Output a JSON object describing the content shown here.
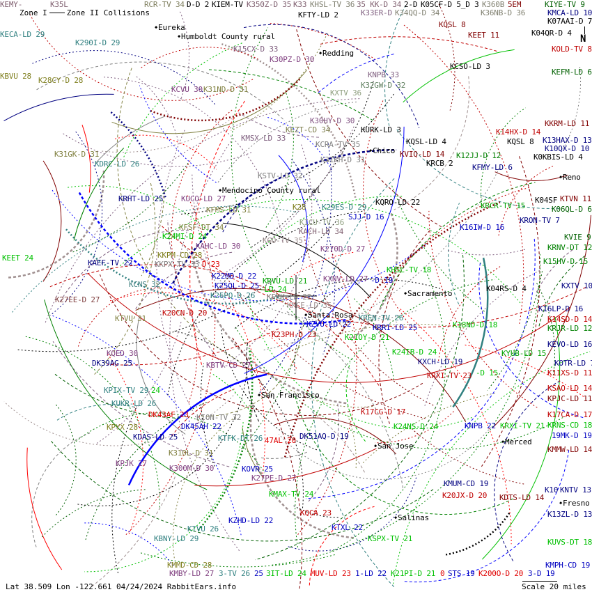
{
  "legend": {
    "zone1": "Zone I",
    "zone2": "Zone II Collisions"
  },
  "footer": {
    "status": "Lat 38.509 Lon -122.661 04/24/2024 RabbitEars.info",
    "scale": "Scale 20 miles"
  },
  "north": "N",
  "cities": [
    "Eureka",
    "Humboldt County rural",
    "Redding",
    "Chico",
    "Mendocino County rural",
    "Reno",
    "Sacramento",
    "Santa Rosa",
    "San Francisco",
    "San Jose",
    "Merced",
    "Salinas",
    "Fresno"
  ],
  "stations": [
    {
      "label": "KEMY-",
      "color": "#806070"
    },
    {
      "label": "K35L",
      "color": "#806070"
    },
    {
      "label": "RCR-TV 34",
      "color": "#808060"
    },
    {
      "label": "D-D 2",
      "color": "#000000"
    },
    {
      "label": "KIEM-TV",
      "color": "#000000"
    },
    {
      "label": "K350Z-D 35",
      "color": "#806070"
    },
    {
      "label": "K33",
      "color": "#806070"
    },
    {
      "label": "KHSL-TV 36",
      "color": "#808070"
    },
    {
      "label": "35 KK-D 34",
      "color": "#806070"
    },
    {
      "label": "2-D",
      "color": "#000000"
    },
    {
      "label": "K05CF-D 5_D 3",
      "color": "#000000"
    },
    {
      "label": "K360B",
      "color": "#808070"
    },
    {
      "label": "K36NB-D 36",
      "color": "#808070"
    },
    {
      "label": "5EM",
      "color": "#800000"
    },
    {
      "label": "KIYE-TV 9",
      "color": "#006000"
    },
    {
      "label": "KECA-LD 29",
      "color": "#308080"
    },
    {
      "label": "K290I-D 29",
      "color": "#308080"
    },
    {
      "label": "KBVU 28",
      "color": "#808020"
    },
    {
      "label": "K28CY-D 28",
      "color": "#808020"
    },
    {
      "label": "KCVU 30",
      "color": "#804080"
    },
    {
      "label": "K31ND-D 31",
      "color": "#808040"
    },
    {
      "label": "K15CX-D 33",
      "color": "#806080"
    },
    {
      "label": "K30PZ-D 30",
      "color": "#804080"
    },
    {
      "label": "KFTY-LD 2",
      "color": "#000000"
    },
    {
      "label": "K33ER-D",
      "color": "#806080"
    },
    {
      "label": "K34QQ-D 34",
      "color": "#808070"
    },
    {
      "label": "KQSL 8",
      "color": "#800000"
    },
    {
      "label": "KEET 11",
      "color": "#800000"
    },
    {
      "label": "K04QR-D 4",
      "color": "#000000"
    },
    {
      "label": "KMCA-LD 10",
      "color": "#000080"
    },
    {
      "label": "K07AAI-D 7",
      "color": "#000000"
    },
    {
      "label": "KOLD-TV 8",
      "color": "#c00000"
    },
    {
      "label": "KEFM-LD 6",
      "color": "#006000"
    },
    {
      "label": "KCSO-LD 3",
      "color": "#000000"
    },
    {
      "label": "KNPB 33",
      "color": "#806080"
    },
    {
      "label": "K32GW-D 32",
      "color": "#608060"
    },
    {
      "label": "KXTV 36",
      "color": "#90a080"
    },
    {
      "label": "K30HY-D 30",
      "color": "#805080"
    },
    {
      "label": "KURK-LD 3",
      "color": "#000000"
    },
    {
      "label": "KEZT-CD 34",
      "color": "#808050"
    },
    {
      "label": "KMSX-LD 33",
      "color": "#806080"
    },
    {
      "label": "KCRA-TV 35",
      "color": "#808080"
    },
    {
      "label": "KQSL-LD 4",
      "color": "#000000"
    },
    {
      "label": "KVIQ-LD 14",
      "color": "#800000"
    },
    {
      "label": "K12JJ-D 12",
      "color": "#008000"
    },
    {
      "label": "KRCB 2",
      "color": "#000000"
    },
    {
      "label": "KQSL 8",
      "color": "#000000"
    },
    {
      "label": "K14HX-D 14",
      "color": "#c00000"
    },
    {
      "label": "KKRM-LD 11",
      "color": "#800000"
    },
    {
      "label": "K13HAX-D 13",
      "color": "#000080"
    },
    {
      "label": "K10QX-D 10",
      "color": "#000080"
    },
    {
      "label": "K0KBIS-LD 4",
      "color": "#000000"
    },
    {
      "label": "KFMY-LD 6",
      "color": "#000080"
    },
    {
      "label": "K31KH-D 31",
      "color": "#808080"
    },
    {
      "label": "KSTV-LD 32",
      "color": "#808080"
    },
    {
      "label": "KDRC-LD 26",
      "color": "#308080"
    },
    {
      "label": "K31GK-D 31",
      "color": "#808040"
    },
    {
      "label": "KUCO-LD 27",
      "color": "#804080"
    },
    {
      "label": "KRHT-LD 25",
      "color": "#000080"
    },
    {
      "label": "KFMS-LD 31",
      "color": "#808040"
    },
    {
      "label": "KFSF-DT 34",
      "color": "#808040"
    },
    {
      "label": "K24MI-D 24",
      "color": "#00c000"
    },
    {
      "label": "KAHC-LD 30",
      "color": "#804080"
    },
    {
      "label": "KKPM-CD 28",
      "color": "#808020"
    },
    {
      "label": "KKPX-TV 33",
      "color": "#808080"
    },
    {
      "label": "D 23",
      "color": "#e00000"
    },
    {
      "label": "KAEF-TV 22",
      "color": "#000080"
    },
    {
      "label": "KEET 24",
      "color": "#00c000"
    },
    {
      "label": "KCNS 32",
      "color": "#408080"
    },
    {
      "label": "K27EE-D 27",
      "color": "#804040"
    },
    {
      "label": "K22MD-D 22",
      "color": "#0000c0"
    },
    {
      "label": "K25QL-D 25",
      "color": "#0000c0"
    },
    {
      "label": "K26PQ-D 26",
      "color": "#308080"
    },
    {
      "label": "KRVU-LD 21",
      "color": "#00a000"
    },
    {
      "label": "-LD 24",
      "color": "#00c000"
    },
    {
      "label": "KFKK-LD 22",
      "color": "#808080"
    },
    {
      "label": "KMCE-LD 35",
      "color": "#a09090"
    },
    {
      "label": "K28",
      "color": "#808020"
    },
    {
      "label": "K29ES-D 29",
      "color": "#308080"
    },
    {
      "label": "KICU-TV 36",
      "color": "#90a080"
    },
    {
      "label": "KACH-LD 34",
      "color": "#806070"
    },
    {
      "label": "SJJ-D 16",
      "color": "#0000c0"
    },
    {
      "label": "KGO-TV 35",
      "color": "#a09090"
    },
    {
      "label": "K270D-D 27",
      "color": "#804080"
    },
    {
      "label": "KXNV-LD 27",
      "color": "#804080"
    },
    {
      "label": "-D 19",
      "color": "#0000c0"
    },
    {
      "label": "KHSL-TV 18",
      "color": "#00c000"
    },
    {
      "label": "KQRO-LD 22",
      "color": "#000000"
    },
    {
      "label": "K16IW-D 16",
      "color": "#0000c0"
    },
    {
      "label": "KRCR-TV 15",
      "color": "#00a000"
    },
    {
      "label": "KRON-TV 7",
      "color": "#000080"
    },
    {
      "label": "K04SF",
      "color": "#000000"
    },
    {
      "label": "KTVN 11",
      "color": "#800000"
    },
    {
      "label": "K06QL-D 6",
      "color": "#006000"
    },
    {
      "label": "KVIE 9",
      "color": "#006000"
    },
    {
      "label": "KRNV-DT 12",
      "color": "#008000"
    },
    {
      "label": "K15HV-D 15",
      "color": "#008000"
    },
    {
      "label": "KXTV 10",
      "color": "#000080"
    },
    {
      "label": "K04RS-D 4",
      "color": "#000000"
    },
    {
      "label": "K16LP-D 16",
      "color": "#000080"
    },
    {
      "label": "K14SD-D 14",
      "color": "#c00000"
    },
    {
      "label": "KRJR-LD 12",
      "color": "#008000"
    },
    {
      "label": "KEVO-LD 16",
      "color": "#000080"
    },
    {
      "label": "KYUB-LD 15",
      "color": "#00a000"
    },
    {
      "label": "KOTR-LD 7",
      "color": "#000080"
    },
    {
      "label": "K11XS-D 11",
      "color": "#c00000"
    },
    {
      "label": "KSAO-LD 14",
      "color": "#c00000"
    },
    {
      "label": "KPJC-LD 11",
      "color": "#800000"
    },
    {
      "label": "K17CA-D 17",
      "color": "#c00000"
    },
    {
      "label": "KRNS-CD 18",
      "color": "#00c000"
    },
    {
      "label": "19MK-D 19",
      "color": "#0000c0"
    },
    {
      "label": "KMMW-LD 14",
      "color": "#800000"
    },
    {
      "label": "K10",
      "color": "#000080"
    },
    {
      "label": "KNTV 13",
      "color": "#000080"
    },
    {
      "label": "K13ZL-D 13",
      "color": "#000080"
    },
    {
      "label": "KUVS-DT 18",
      "color": "#00c000"
    },
    {
      "label": "KRXI-TV 21",
      "color": "#00c000"
    },
    {
      "label": "KDTS-LD 14",
      "color": "#800000"
    },
    {
      "label": "KREN-TV 26",
      "color": "#308080"
    },
    {
      "label": "KZVU-LD 22",
      "color": "#0000c0"
    },
    {
      "label": "KRRI-LD 25",
      "color": "#0000c0"
    },
    {
      "label": "K21OY-D 21",
      "color": "#00c000"
    },
    {
      "label": "K23PH-D 23",
      "color": "#c00000"
    },
    {
      "label": "K18ND-D 18",
      "color": "#00c000"
    },
    {
      "label": "K24IB-D 24",
      "color": "#00c000"
    },
    {
      "label": "KXCH-LD 19",
      "color": "#000080"
    },
    {
      "label": "KRXI-TV 23",
      "color": "#c00000"
    },
    {
      "label": "-D 15",
      "color": "#00c000"
    },
    {
      "label": "K20CN-D 20",
      "color": "#c00000"
    },
    {
      "label": "KTVU 31",
      "color": "#808040"
    },
    {
      "label": "KQED 30",
      "color": "#804080"
    },
    {
      "label": "DK39AG 25",
      "color": "#000080"
    },
    {
      "label": "KPIX-TV 29",
      "color": "#308080"
    },
    {
      "label": "24",
      "color": "#00c000"
    },
    {
      "label": "KUKR-LD 26",
      "color": "#308080"
    },
    {
      "label": "DK43AF 23",
      "color": "#e00000"
    },
    {
      "label": "KION-TV 32",
      "color": "#808080"
    },
    {
      "label": "KBTV-CD 27",
      "color": "#804080"
    },
    {
      "label": "KPYX 28",
      "color": "#808020"
    },
    {
      "label": "DK45AH 22",
      "color": "#0000c0"
    },
    {
      "label": "KDAS-LD 25",
      "color": "#000080"
    },
    {
      "label": "KTFK-DT 26",
      "color": "#308080"
    },
    {
      "label": "47AL 20",
      "color": "#e00000"
    },
    {
      "label": "DK51AQ-D 19",
      "color": "#000080"
    },
    {
      "label": "K17CG-D 17",
      "color": "#c00000"
    },
    {
      "label": "K24NS-D 24",
      "color": "#00c000"
    },
    {
      "label": "KNPB 22",
      "color": "#0000c0"
    },
    {
      "label": "K310L-D 31",
      "color": "#808040"
    },
    {
      "label": "KPJK 27",
      "color": "#804080"
    },
    {
      "label": "K300M-D 30",
      "color": "#804080"
    },
    {
      "label": "KOVR 25",
      "color": "#0000c0"
    },
    {
      "label": "K27PE-D 27",
      "color": "#804080"
    },
    {
      "label": "KMAX-TV 24",
      "color": "#00c000"
    },
    {
      "label": "KQCA 23",
      "color": "#c00000"
    },
    {
      "label": "KMUM-CD 19",
      "color": "#000080"
    },
    {
      "label": "K20JX-D 20",
      "color": "#c00000"
    },
    {
      "label": "KZHD-LD 22",
      "color": "#0000c0"
    },
    {
      "label": "KTXL 22",
      "color": "#0000c0"
    },
    {
      "label": "KTVU 26",
      "color": "#308080"
    },
    {
      "label": "KBNY-LD 29",
      "color": "#308080"
    },
    {
      "label": "KSPX-TV 21",
      "color": "#00c000"
    },
    {
      "label": "KMMD-CD 28",
      "color": "#808020"
    },
    {
      "label": "KMBY-LD 27",
      "color": "#804080"
    },
    {
      "label": "3-TV 26",
      "color": "#308080"
    },
    {
      "label": "25",
      "color": "#0000c0"
    },
    {
      "label": "3IT-LD 24",
      "color": "#00c000"
    },
    {
      "label": "MUV-LD 23",
      "color": "#e00000"
    },
    {
      "label": "1-LD 22",
      "color": "#0000c0"
    },
    {
      "label": "K21PI-D 21",
      "color": "#00c000"
    },
    {
      "label": "0",
      "color": "#e00000"
    },
    {
      "label": "STS 19",
      "color": "#0000c0"
    },
    {
      "label": "K200O-D 20",
      "color": "#e00000"
    },
    {
      "label": "3-D 19",
      "color": "#0000c0"
    },
    {
      "label": "KMPH-CD 19",
      "color": "#0000c0"
    }
  ],
  "palette": [
    "#000000",
    "#800000",
    "#c00000",
    "#ff0000",
    "#008000",
    "#00c000",
    "#006000",
    "#000080",
    "#0000ff",
    "#308080",
    "#808080",
    "#806080",
    "#808040",
    "#a09090"
  ]
}
